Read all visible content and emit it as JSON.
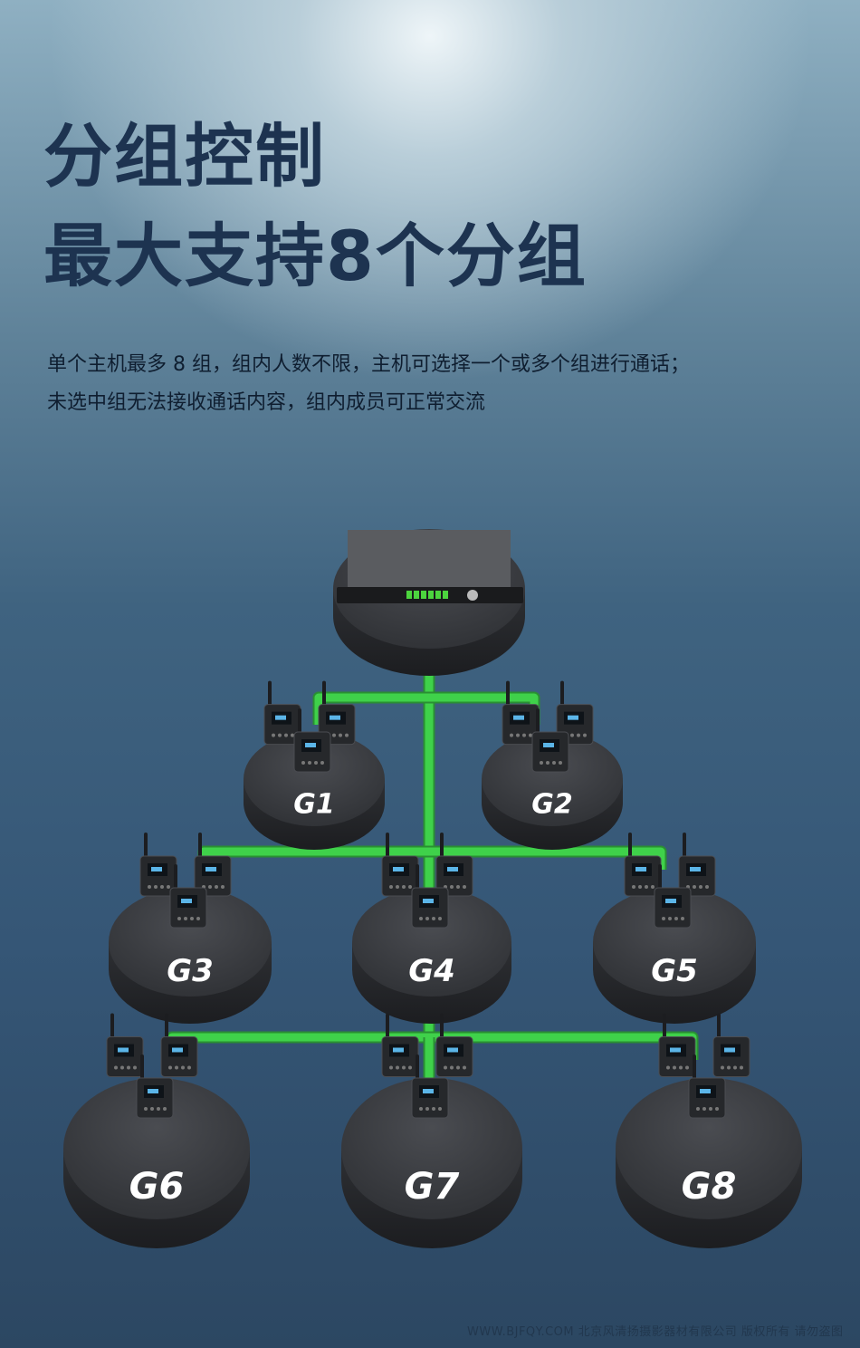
{
  "title_line1": "分组控制",
  "title_line2": "最大支持8个分组",
  "description_line1": "单个主机最多 8 组，组内人数不限，主机可选择一个或多个组进行通话；",
  "description_line2": "未选中组无法接收通话内容，组内成员可正常交流",
  "groups": [
    "G1",
    "G2",
    "G3",
    "G4",
    "G5",
    "G6",
    "G7",
    "G8"
  ],
  "colors": {
    "link": "#3fd14a",
    "platform": "#3a3c40",
    "title": "#1d3350"
  },
  "watermark": "WWW.BJFQY.COM 北京风清扬摄影器材有限公司 版权所有 请勿盗图"
}
